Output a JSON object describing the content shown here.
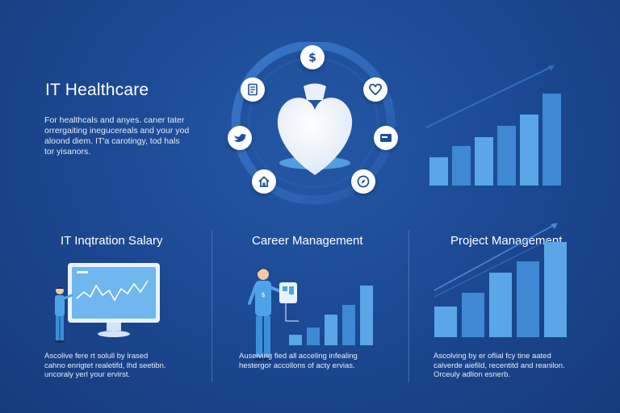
{
  "hero": {
    "title": "IT Healthcare",
    "description": [
      "For healthcals and anyes. caner tater",
      "orrergaiting inegucereals and your yod",
      "aloond diem. IT'a carotingy, tod hals",
      "tor yisanors."
    ]
  },
  "ring_icons": [
    {
      "name": "dollar-icon"
    },
    {
      "name": "heart-outline-icon"
    },
    {
      "name": "document-icon"
    },
    {
      "name": "bird-icon"
    },
    {
      "name": "card-icon"
    },
    {
      "name": "home-icon"
    },
    {
      "name": "compass-icon"
    }
  ],
  "top_chart": {
    "bars": [
      0.27,
      0.38,
      0.46,
      0.57,
      0.68,
      0.88
    ]
  },
  "panels": [
    {
      "title": "IT Inqtration Salary",
      "description": [
        "Ascolive fere rt solull by lrased",
        "cahno enrigtet realetifd, lhd seetibn.",
        "uncoraly yerl your ervirst."
      ]
    },
    {
      "title": "Career Management",
      "description": [
        "Auseiving fied all acceling infealing",
        "hestergor accollons of acty ervias."
      ],
      "bars": [
        0.16,
        0.27,
        0.48,
        0.63,
        0.93
      ]
    },
    {
      "title": "Project Management",
      "description": [
        "Ascolving by er oflial fcy tine aated",
        "calverde aiefild, recentitd and reanilon.",
        "Orceuly adlion esnerb."
      ],
      "bars": [
        0.32,
        0.47,
        0.68,
        0.8,
        1.0
      ]
    }
  ],
  "colors": {
    "background": "#1b4790",
    "ring": "#2f68bb",
    "bar_light": "#5aa6e6",
    "bar_mid": "#3f88d4",
    "white": "#ffffff"
  }
}
